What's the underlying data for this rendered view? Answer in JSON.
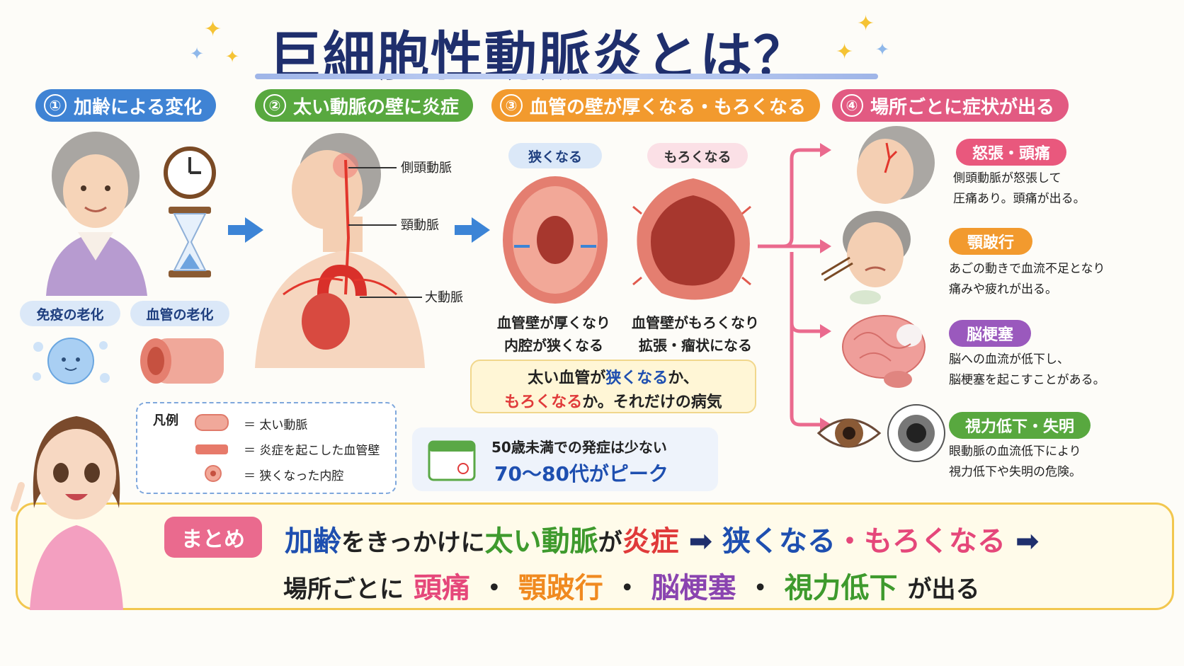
{
  "title": "巨細胞性動脈炎とは？",
  "sections": [
    {
      "num": "①",
      "label": "加齢による変化"
    },
    {
      "num": "②",
      "label": "太い動脈の壁に炎症"
    },
    {
      "num": "③",
      "label": "血管の壁が厚くなる・もろくなる"
    },
    {
      "num": "④",
      "label": "場所ごとに症状が出る"
    }
  ],
  "aging": {
    "immune": "免疫の老化",
    "vessel": "血管の老化"
  },
  "anatomy": {
    "temporal": "側頭動脈",
    "carotid": "頸動脈",
    "aorta": "大動脈"
  },
  "vessel_states": {
    "narrow_label": "狭くなる",
    "fragile_label": "もろくなる",
    "narrow_caption": [
      "血管壁が厚くなり",
      "内腔が狭くなる"
    ],
    "fragile_caption": [
      "血管壁がもろくなり",
      "拡張・瘤状になる"
    ]
  },
  "key_message": {
    "l1a": "太い血管が",
    "l1b": "狭くなる",
    "l1c": "か、",
    "l2a": "もろくなる",
    "l2b": "か。それだけの病気"
  },
  "legend": {
    "title": "凡例",
    "items": [
      "＝ 太い動脈",
      "＝ 炎症を起こした血管壁",
      "＝ 狭くなった内腔"
    ]
  },
  "onset": {
    "line1": "50歳未満での発症は少ない",
    "line2": "70〜80代がピーク"
  },
  "symptoms": [
    {
      "title": "怒張・頭痛",
      "lines": [
        "側頭動脈が怒張して",
        "圧痛あり。頭痛が出る。"
      ]
    },
    {
      "title": "顎跛行",
      "lines": [
        "あごの動きで血流不足となり",
        "痛みや疲れが出る。"
      ]
    },
    {
      "title": "脳梗塞",
      "lines": [
        "脳への血流が低下し、",
        "脳梗塞を起こすことがある。"
      ]
    },
    {
      "title": "視力低下・失明",
      "lines": [
        "眼動脈の血流低下により",
        "視力低下や失明の危険。"
      ]
    }
  ],
  "summary": {
    "badge": "まとめ",
    "l1": [
      "加齢",
      "をきっかけに",
      "太い動脈",
      "が",
      "炎症",
      "➡",
      "狭くなる",
      "・",
      "もろくなる",
      "➡"
    ],
    "l2": [
      "場所ごとに",
      "頭痛",
      "・",
      "顎跛行",
      "・",
      "脳梗塞",
      "・",
      "視力低下",
      "が出る"
    ]
  },
  "colors": {
    "blue": "#3f83d4",
    "green": "#58a83f",
    "orange": "#f29a2e",
    "pink": "#e25a82",
    "navy": "#1f2f6d"
  }
}
